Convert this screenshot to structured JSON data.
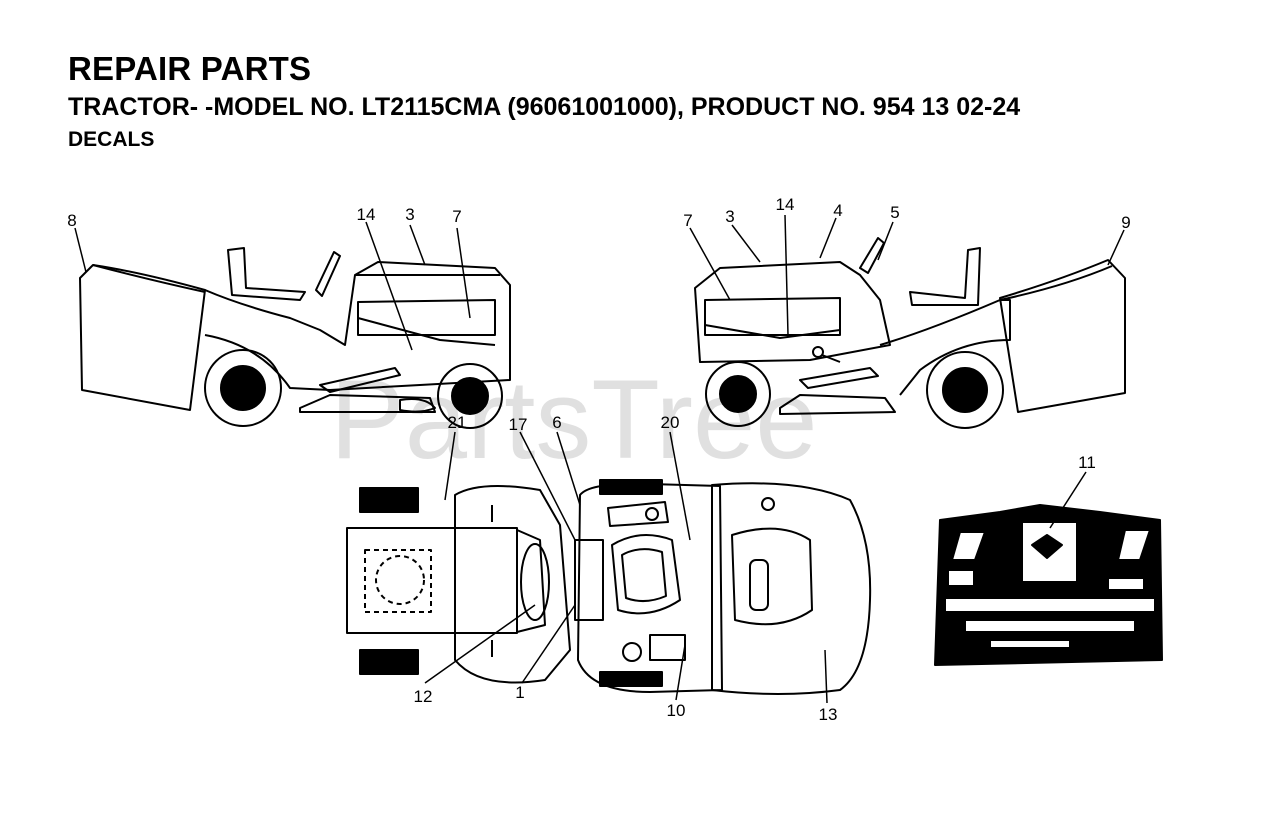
{
  "header": {
    "title": "REPAIR PARTS",
    "subtitle": "TRACTOR- -MODEL NO. LT2115CMA (96061001000), PRODUCT NO. 954 13 02-24",
    "section": "DECALS"
  },
  "watermark": "PartsTree",
  "callouts": {
    "left_view": [
      "8",
      "14",
      "3",
      "7"
    ],
    "right_view": [
      "7",
      "3",
      "14",
      "4",
      "5",
      "9"
    ],
    "top_view": [
      "21",
      "17",
      "6",
      "20",
      "12",
      "1",
      "10",
      "13"
    ],
    "dash_view": [
      "11"
    ]
  },
  "colors": {
    "line": "#000000",
    "watermark": "#c8c8c8",
    "background": "#ffffff"
  }
}
